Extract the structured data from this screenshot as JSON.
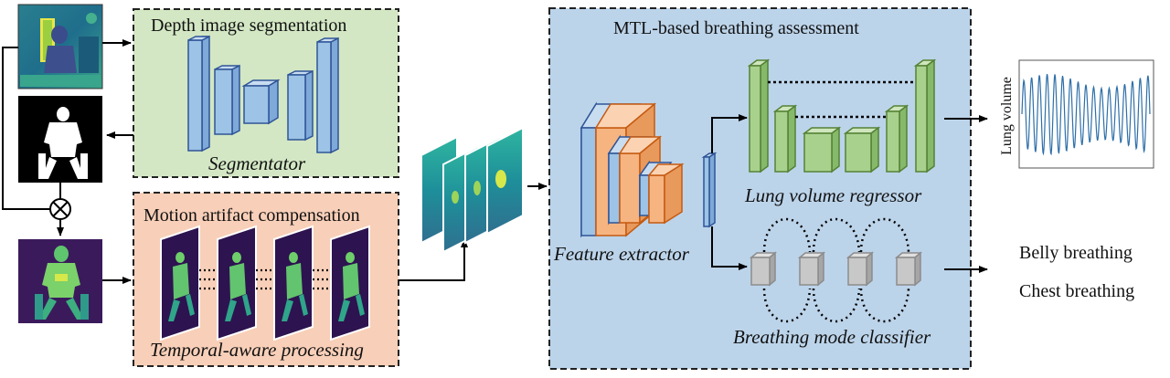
{
  "panels": {
    "segmentation": {
      "title": "Depth image segmentation",
      "caption": "Segmentator"
    },
    "motion": {
      "title": "Motion artifact compensation",
      "caption": "Temporal-aware processing"
    },
    "mtl": {
      "title": "MTL-based breathing assessment",
      "feature_extractor": "Feature extractor",
      "regressor": "Lung volume regressor",
      "classifier": "Breathing mode classifier"
    }
  },
  "outputs": {
    "lung_volume_label": "Lung volume",
    "belly": "Belly breathing",
    "chest": "Chest breathing"
  },
  "colors": {
    "seg_panel": "#d3e7c4",
    "motion_panel": "#f8cfb8",
    "mtl_panel": "#bcd4ea",
    "blue_block": "#9dc3e6",
    "orange_block": "#f6b481",
    "green_block": "#a9d18e",
    "gray_block": "#bfbfbf"
  },
  "icons": [
    "depth-image-icon",
    "mask-image-icon",
    "multiply-icon",
    "masked-depth-icon",
    "depth-frame-icon",
    "waveform-icon"
  ]
}
